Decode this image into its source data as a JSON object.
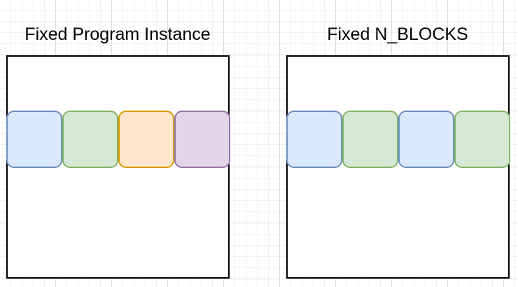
{
  "diagram": {
    "left_panel": {
      "title": "Fixed Program Instance",
      "blocks": [
        "blue",
        "green",
        "orange",
        "purple"
      ]
    },
    "right_panel": {
      "title": "Fixed N_BLOCKS",
      "blocks": [
        "blue",
        "green",
        "blue",
        "green"
      ]
    },
    "colors": {
      "blue": {
        "fill": "#dae8fc",
        "stroke": "#6c8ebf"
      },
      "green": {
        "fill": "#d5e8d4",
        "stroke": "#82b366"
      },
      "orange": {
        "fill": "#ffe6cc",
        "stroke": "#d79b00"
      },
      "purple": {
        "fill": "#e1d5e7",
        "stroke": "#9673a6"
      }
    }
  }
}
